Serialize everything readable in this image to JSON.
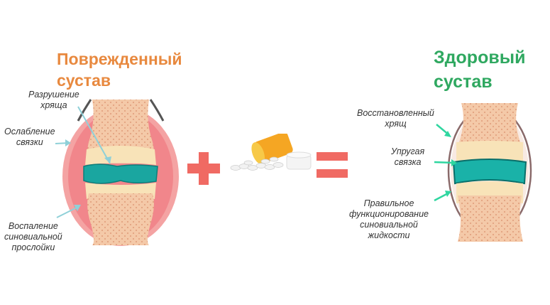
{
  "damaged_joint": {
    "title_line1": "Поврежденный",
    "title_line2": "сустав",
    "title_color": "#e8893f",
    "labels": {
      "cartilage_destruction_1": "Разрушение",
      "cartilage_destruction_2": "хряща",
      "ligament_weakening_1": "Ослабление",
      "ligament_weakening_2": "связки",
      "synovial_inflammation_1": "Воспаление",
      "synovial_inflammation_2": "синовиальной",
      "synovial_inflammation_3": "прослойки"
    },
    "arrow_color": "#8fd0d8"
  },
  "operators": {
    "plus": "+",
    "equals": "=",
    "color": "#f06a63"
  },
  "medicine": {
    "icon": "pill-bottle-icon"
  },
  "healthy_joint": {
    "title_line1": "Здоровый",
    "title_line2": "сустав",
    "title_color": "#2fa860",
    "labels": {
      "restored_cartilage_1": "Восстановленный",
      "restored_cartilage_2": "хрящ",
      "elastic_ligament_1": "Упругая",
      "elastic_ligament_2": "связка",
      "synovial_function_1": "Правильное",
      "synovial_function_2": "функционирование",
      "synovial_function_3": "синовиальной",
      "synovial_function_4": "жидкости"
    },
    "arrow_color": "#2fd6a0"
  }
}
